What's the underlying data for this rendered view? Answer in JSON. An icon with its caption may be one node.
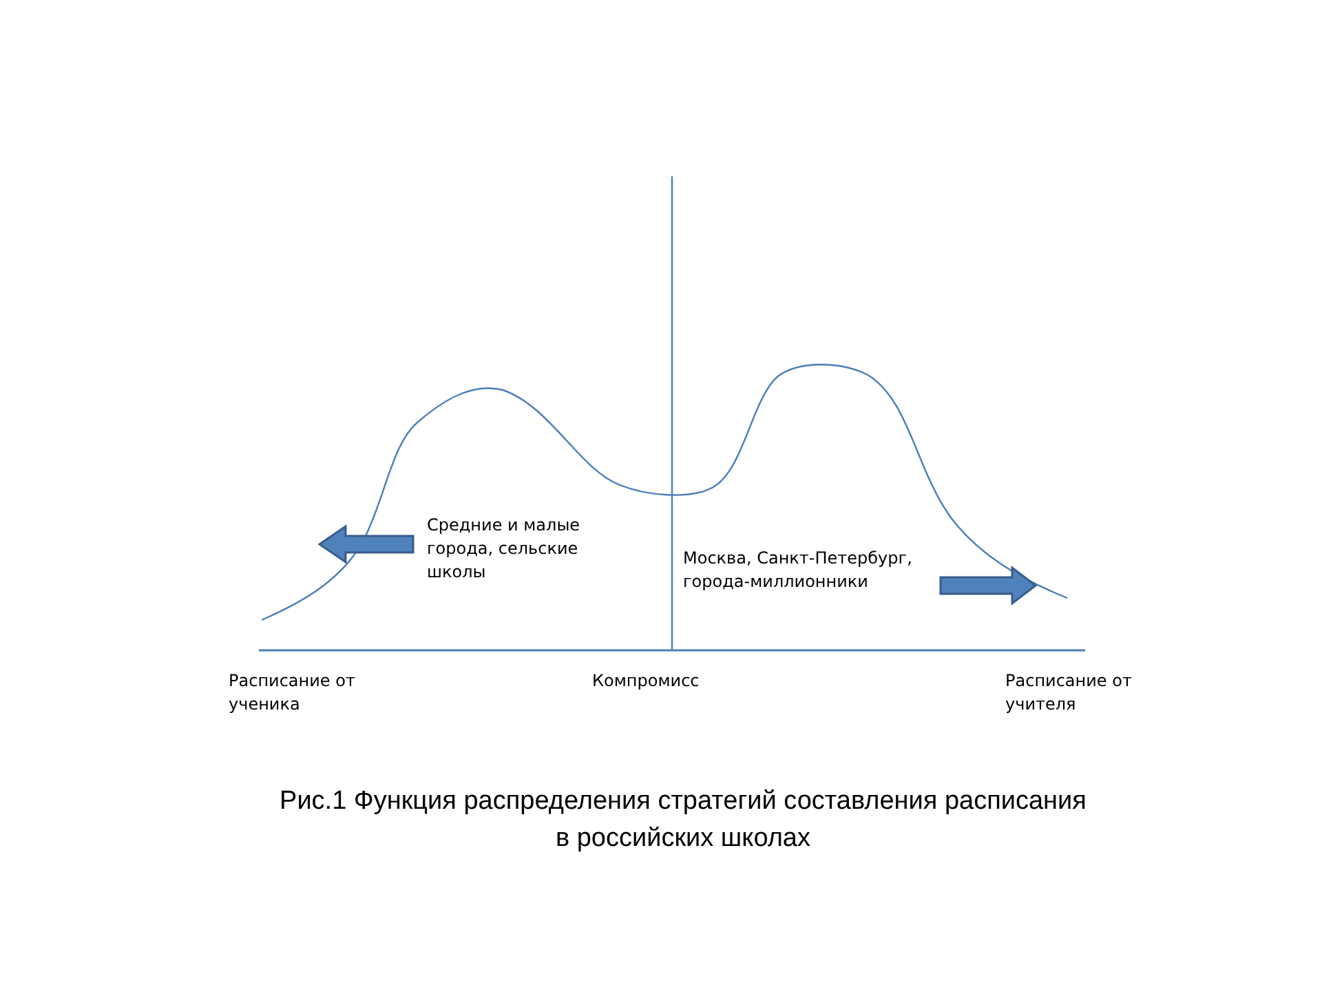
{
  "diagram": {
    "caption": "Рис.1 Функция распределения стратегий составления расписания в российских школах",
    "labels": [
      "Средние и малые города, сельские школы",
      "Москва, Санкт-Петербург, города-миллионники",
      "Расписание от ученика",
      "Компромисс",
      "Расписание от учителя"
    ]
  }
}
